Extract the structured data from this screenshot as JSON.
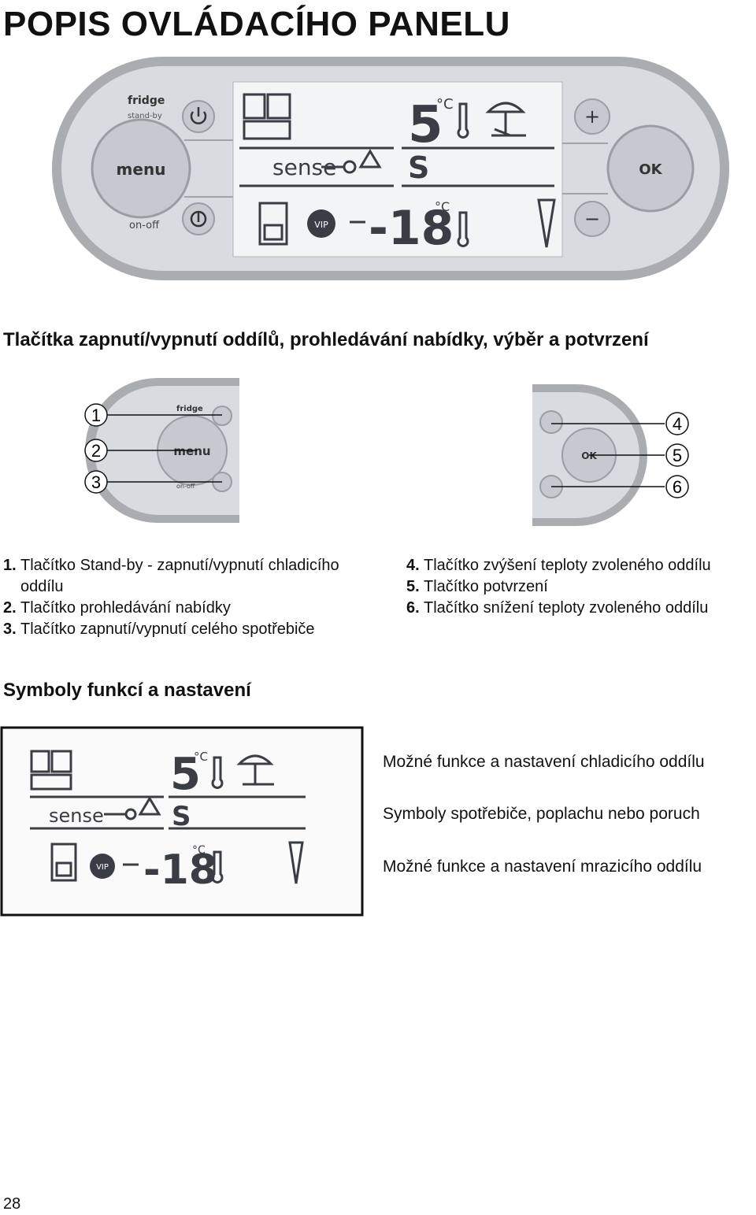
{
  "page_title": "POPIS OVLÁDACÍHO PANELU",
  "panel": {
    "fridge_label": "fridge",
    "standby_label": "stand-by",
    "menu_label": "menu",
    "onoff_label": "on-off",
    "plus_label": "+",
    "minus_label": "−",
    "ok_label": "OK",
    "sense_label": "sense",
    "fridge_temp": "5",
    "freezer_temp": "-18",
    "degree_unit": "°C",
    "s_symbol": "S",
    "vip_label": "VIP"
  },
  "section1_heading": "Tlačítka zapnutí/vypnutí oddílů, prohledávání nabídky, výběr a potvrzení",
  "callouts": [
    "1",
    "2",
    "3",
    "4",
    "5",
    "6"
  ],
  "left_list": [
    {
      "num": "1.",
      "text": "Tlačítko Stand-by - zapnutí/vypnutí chladicího oddílu"
    },
    {
      "num": "2.",
      "text": "Tlačítko prohledávání nabídky"
    },
    {
      "num": "3.",
      "text": "Tlačítko zapnutí/vypnutí celého spotřebiče"
    }
  ],
  "right_list": [
    {
      "num": "4.",
      "text": "Tlačítko zvýšení teploty zvoleného oddílu"
    },
    {
      "num": "5.",
      "text": "Tlačítko potvrzení"
    },
    {
      "num": "6.",
      "text": "Tlačítko snížení teploty zvoleného oddílu"
    }
  ],
  "section2_heading": "Symboly funkcí a nastavení",
  "symbol_captions": [
    "Možné funkce a nastavení chladicího oddílu",
    "Symboly spotřebiče, poplachu nebo poruch",
    "Možné funkce a nastavení mrazicího oddílu"
  ],
  "page_number": "28",
  "colors": {
    "panel_outer": "#a9acb1",
    "panel_inner": "#d8dbe0",
    "button_fill": "#c6c9cf",
    "lcd_bg": "#f3f4f6",
    "lcd_ink": "#3a3d45"
  }
}
